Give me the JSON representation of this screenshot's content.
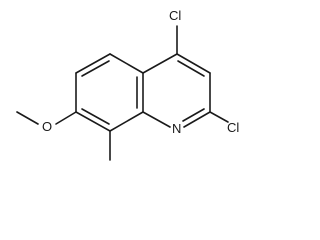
{
  "molecule": {
    "atoms": {
      "cl_top": "Cl",
      "cl_right": "Cl",
      "nitrogen": "N",
      "oxygen": "O"
    }
  },
  "colors": {
    "line": "#1a1a1a",
    "background": "#ffffff"
  }
}
